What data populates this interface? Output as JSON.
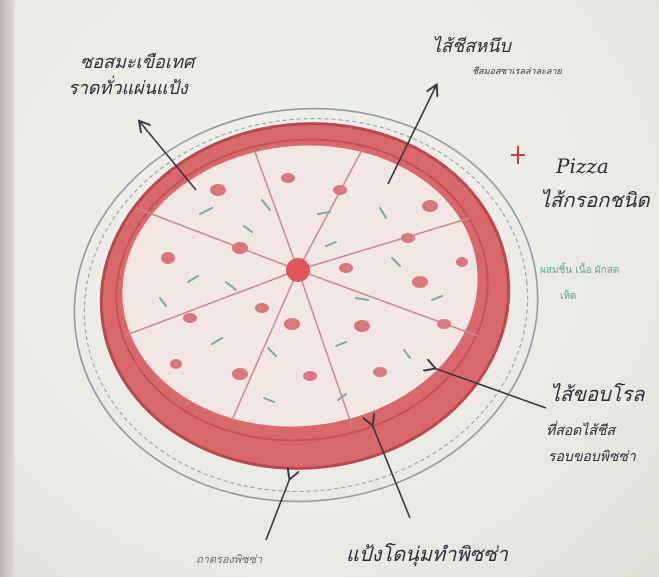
{
  "title": {
    "line1": "Pizza",
    "line2": "ไส้กรอกชนิด"
  },
  "subtitle": {
    "line1": "ผสมชิ้น เนื้อ ผักสด",
    "line2": "เห็ด"
  },
  "labels": {
    "topping": {
      "line1": "ซอสมะเขือเทศ",
      "line2": "ราดทั่วแผ่นแป้ง"
    },
    "cheese": {
      "line1": "ไส้ชีสหนึบ",
      "line2": "ชีสมอสซาเรลล่าละลาย"
    },
    "crust_edge": {
      "line1": "ไส้ขอบโรล",
      "line2": "ที่สอดไส้ชีส",
      "line3": "รอบขอบพิซซ่า"
    },
    "dough": {
      "line1": "แป้งโดนุ่มทำพิซซ่า"
    },
    "tray": {
      "line1": "ถาดรองพิซซ่า"
    }
  },
  "colors": {
    "crust": "#d9686b",
    "crust_dark": "#b84850",
    "pepperoni": "#d9787c",
    "herb": "#7fa89b",
    "ink": "#3b3640",
    "subtitle_ink": "#5aa88e",
    "star": "#c0404a"
  }
}
